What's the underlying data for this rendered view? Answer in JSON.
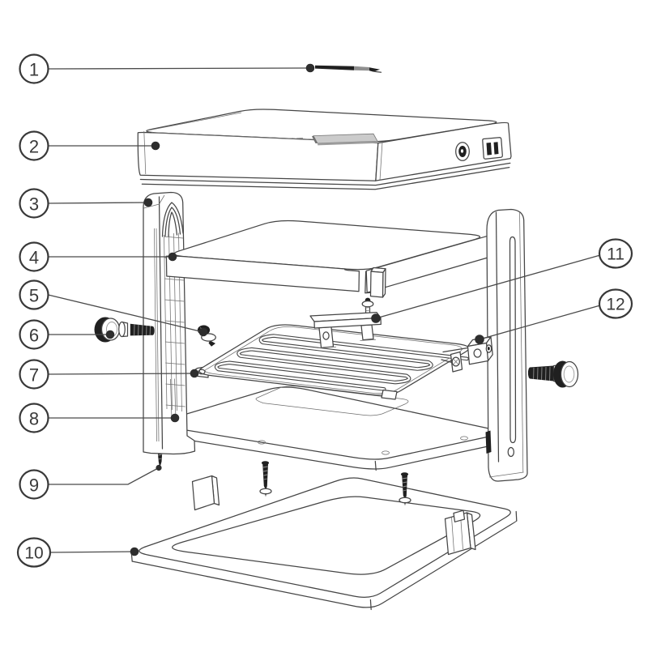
{
  "diagram": {
    "type": "exploded-parts-diagram",
    "background": "#ffffff",
    "colors": {
      "line": "#454545",
      "dark_fill": "#202020",
      "handle_gray": "#cbcbcb",
      "callout_text": "#3a3a3a"
    },
    "callouts": [
      {
        "label": "1",
        "part": "skewer-pin"
      },
      {
        "label": "2",
        "part": "lid-top-cover"
      },
      {
        "label": "3",
        "part": "left-side-vent-panel"
      },
      {
        "label": "4",
        "part": "upper-plate"
      },
      {
        "label": "5",
        "part": "screw"
      },
      {
        "label": "6",
        "part": "left-thumbscrew"
      },
      {
        "label": "7",
        "part": "heating-element"
      },
      {
        "label": "8",
        "part": "base-plate"
      },
      {
        "label": "9",
        "part": "mounting-screw"
      },
      {
        "label": "10",
        "part": "base-frame"
      },
      {
        "label": "11",
        "part": "support-bracket"
      },
      {
        "label": "12",
        "part": "terminal-clamp"
      }
    ]
  }
}
